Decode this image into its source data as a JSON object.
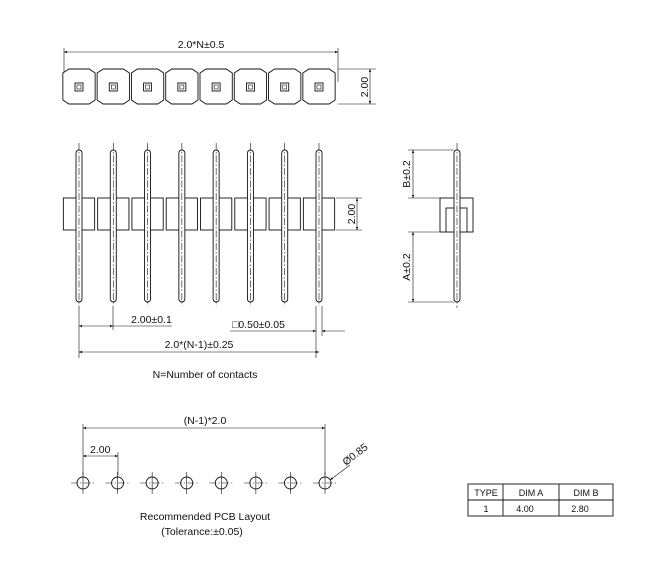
{
  "pin_count": 8,
  "top_view": {
    "width_dim": "2.0*N±0.5",
    "height_dim": "2.00"
  },
  "front_view": {
    "body_height_dim": "2.00",
    "pitch_dim": "2.00±0.1",
    "pin_size_dim": "□0.50±0.05",
    "total_dim": "2.0*(N-1)±0.25"
  },
  "side_view": {
    "b_dim": "B±0.2",
    "a_dim": "A±0.2"
  },
  "note": "N=Number of contacts",
  "pcb_layout": {
    "span_dim": "(N-1)*2.0",
    "pitch_dim": "2.00",
    "hole_dim": "Ø0.85",
    "title": "Recommended PCB Layout",
    "tolerance": "(Tolerance:±0.05)"
  },
  "table": {
    "headers": [
      "TYPE",
      "DIM A",
      "DIM B"
    ],
    "rows": [
      [
        "1",
        "4.00",
        "2.80"
      ]
    ]
  }
}
